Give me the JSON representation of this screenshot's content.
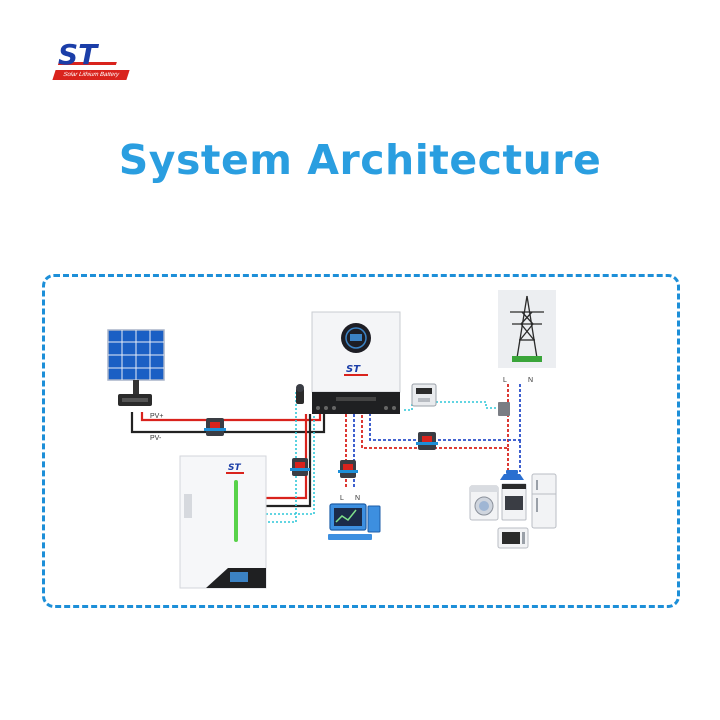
{
  "logo": {
    "mark": "ST",
    "tagline": "Solar Lithium Battery"
  },
  "title": "System Architecture",
  "diagram": {
    "inverter_brand": "ST",
    "battery_brand": "ST",
    "wire_labels": {
      "pv_positive": "PV+",
      "pv_negative": "PV-",
      "grid_line": "L",
      "grid_neutral": "N",
      "load_line": "L",
      "load_neutral": "N"
    }
  },
  "colors": {
    "title": "#2a9ee0",
    "frame_border": "#1d8fd8",
    "logo_blue": "#1b3ea8",
    "logo_red": "#d9231d",
    "wire_red": "#d9231d",
    "wire_black": "#222222",
    "wire_blue_dotted": "#2a4fc9",
    "wire_cyan_dotted": "#2fc7d8",
    "battery_led": "#58d24a"
  },
  "icons": [
    "solar-panel-icon",
    "inverter-icon",
    "grid-tower-icon",
    "battery-icon",
    "breaker-icon",
    "meter-icon",
    "computer-icon",
    "washing-machine-icon",
    "refrigerator-icon",
    "microwave-icon",
    "stove-icon",
    "iron-icon"
  ]
}
